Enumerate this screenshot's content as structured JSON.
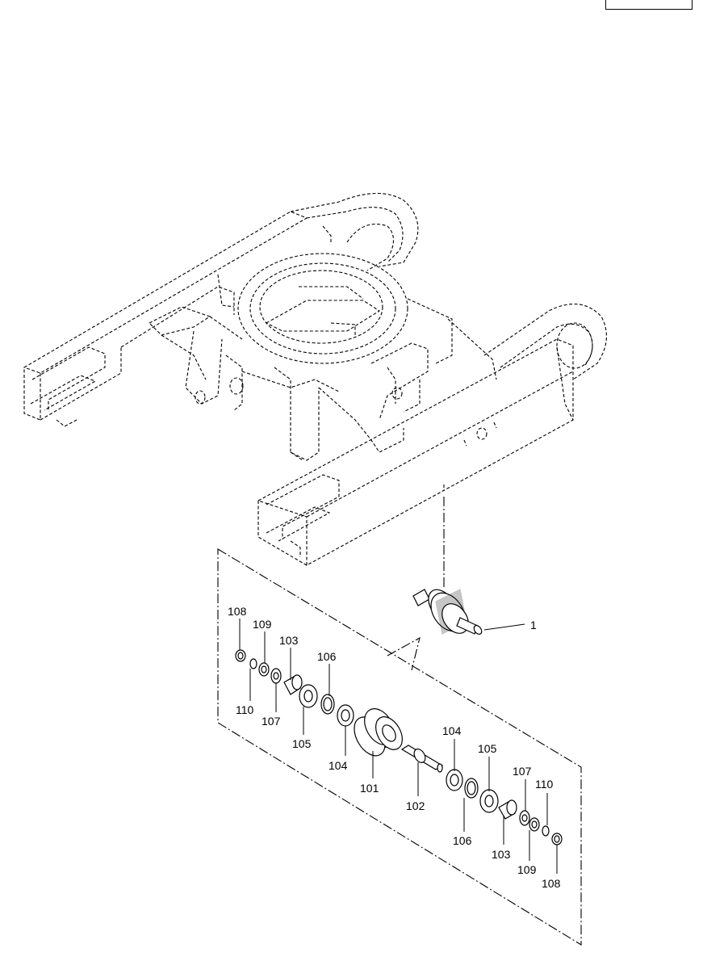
{
  "page_ref": "",
  "assembly_label": "1",
  "callouts": {
    "c108a": "108",
    "c109a": "109",
    "c103a": "103",
    "c106a": "106",
    "c110a": "110",
    "c107a": "107",
    "c105a": "105",
    "c104a": "104",
    "c101": "101",
    "c102": "102",
    "c104b": "104",
    "c105b": "105",
    "c107b": "107",
    "c110b": "110",
    "c106b": "106",
    "c103b": "103",
    "c109b": "109",
    "c108b": "108"
  }
}
